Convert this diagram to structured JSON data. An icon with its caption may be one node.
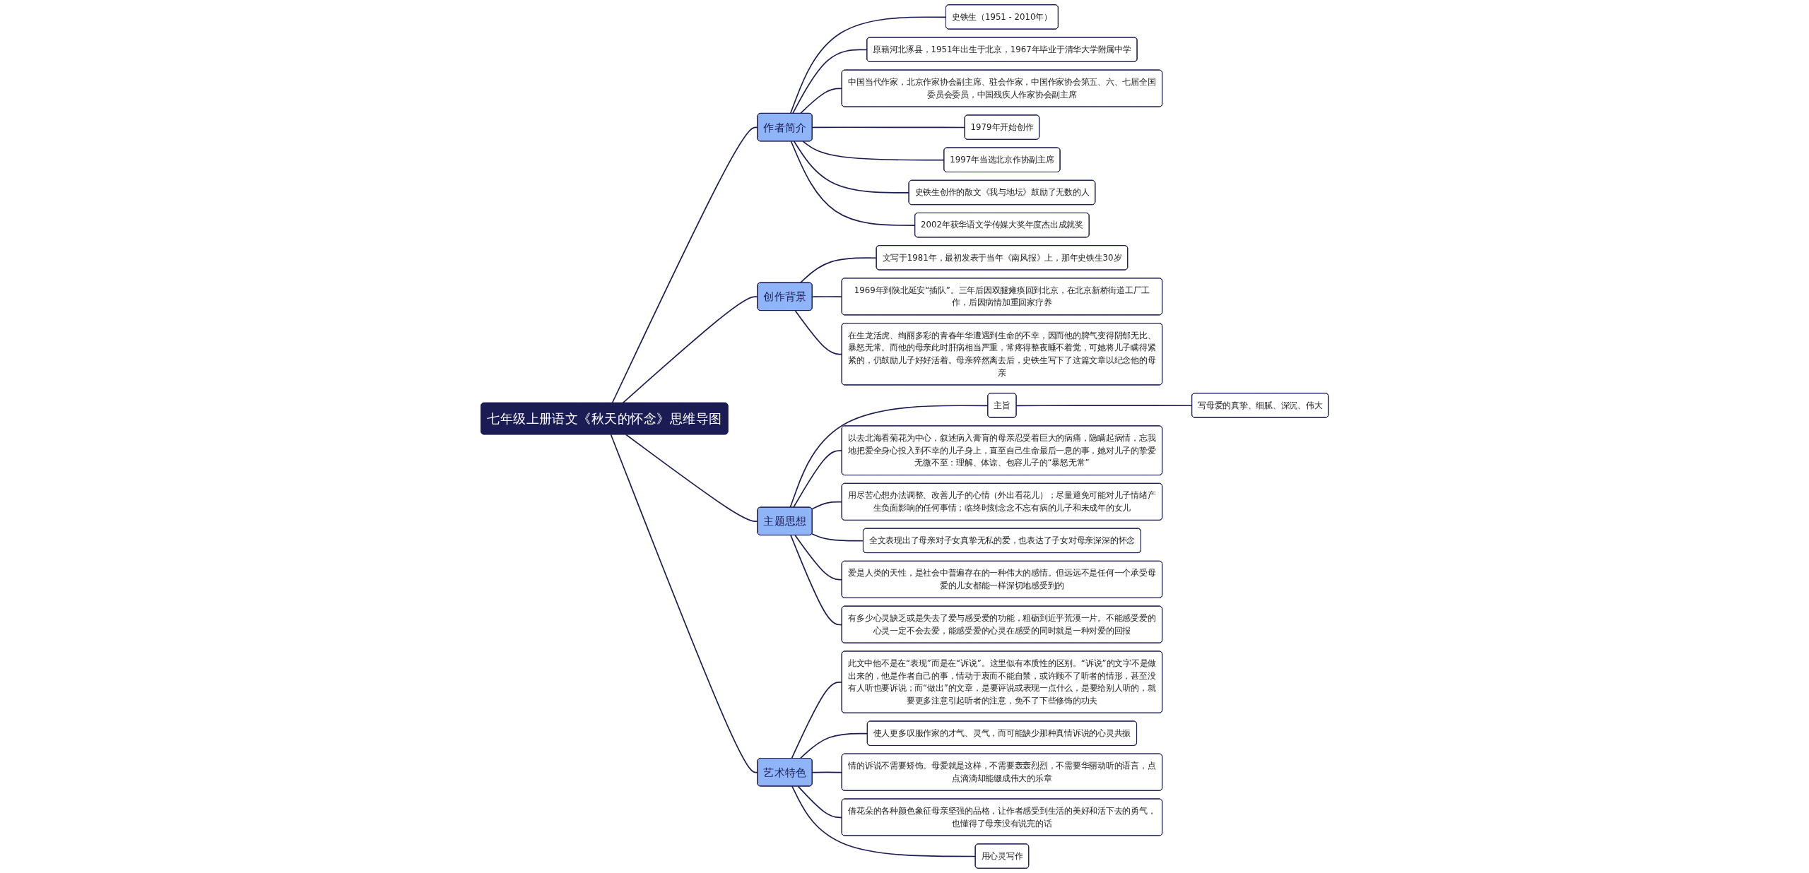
{
  "diagram": {
    "nodes": [
      {
        "text": [
          "七年级上册语文《秋天的怀念》思维导图"
        ]
      },
      {
        "text": [
          "作者简介"
        ]
      },
      {
        "text": [
          "史铁生（1951 - 2010年）"
        ]
      },
      {
        "text": [
          "原籍河北涿县，1951年出生于北京，1967年毕业于清华大学附属中学"
        ]
      },
      {
        "text": [
          "中国当代作家，北京作家协会副主席、驻会作家，中国作家协会第五、六、七届全国委员会委员，中国残疾人作家协会副主席"
        ]
      },
      {
        "text": [
          "1979年开始创作"
        ]
      },
      {
        "text": [
          "1997年当选北京作协副主席"
        ]
      },
      {
        "text": [
          "史铁生创作的散文《我与地坛》鼓励了无数的人"
        ]
      },
      {
        "text": [
          "2002年获华语文学传媒大奖年度杰出成就奖"
        ]
      },
      {
        "text": [
          "创作背景"
        ]
      },
      {
        "text": [
          "文写于1981年，最初发表于当年《南风报》上，那年史铁生30岁"
        ]
      },
      {
        "text": [
          "1969年到陕北延安“插队”。三年后因双腿瘫痪回到北京，在北京新桥街道工厂工作，后因病情加重回家疗养"
        ]
      },
      {
        "text": [
          "在生龙活虎、绚丽多彩的青春年华遭遇到生命的不幸，因而他的脾气变得阴郁无比、暴怒无常。而他的母亲此时肝病相当严重，常疼得整夜睡不着觉，可她将儿子瞒得紧紧的，仍鼓励儿子好好活着。母亲猝然离去后，史铁生写下了这篇文章以纪念他的母亲"
        ]
      },
      {
        "text": [
          "主题思想"
        ]
      },
      {
        "text": [
          "主旨"
        ]
      },
      {
        "text": [
          "写母爱的真挚、细腻、深沉、伟大"
        ]
      },
      {
        "text": [
          "以去北海看菊花为中心，叙述病入膏肓的母亲忍受着巨大的病痛，隐瞒起病情，忘我地把爱全身心投入到不幸的儿子身上，直至自己生命最后一息的事，她对儿子的挚爱无微不至：理解、体谅、包容儿子的“暴怒无常”"
        ]
      },
      {
        "text": [
          "用尽苦心想办法调整、改善儿子的心情（外出看花儿）；尽量避免可能对儿子情绪产生负面影响的任何事情；临终时刻念念不忘有病的儿子和未成年的女儿"
        ]
      },
      {
        "text": [
          "全文表现出了母亲对子女真挚无私的爱，也表达了子女对母亲深深的怀念"
        ]
      },
      {
        "text": [
          "爱是人类的天性，是社会中普遍存在的一种伟大的感情。但远远不是任何一个承受母爱的儿女都能一样深切地感受到的"
        ]
      },
      {
        "text": [
          "有多少心灵缺乏或是失去了爱与感受爱的功能，粗砺到近乎荒漠一片。不能感受爱的心灵一定不会去爱，能感受爱的心灵在感受的同时就是一种对爱的回报"
        ]
      },
      {
        "text": [
          "艺术特色"
        ]
      },
      {
        "text": [
          "此文中他不是在“表现”而是在“诉说”。这里似有本质性的区别。“诉说”的文字不是做出来的，他是作者自己的事，情动于衷而不能自禁，或许顾不了听者的情形，甚至没有人听也要诉说；而“做出”的文章，是要评说或表现一点什么，是要给别人听的，就要更多注意引起听者的注意，免不了下些修饰的功夫"
        ]
      },
      {
        "text": [
          "使人更多叹服作家的才气、灵气，而可能缺少那种真情诉说的心灵共振"
        ]
      },
      {
        "text": [
          "情的诉说不需要矫饰。母爱就是这样，不需要轰轰烈烈，不需要华丽动听的语言，点点滴滴却能缀成伟大的乐章"
        ]
      },
      {
        "text": [
          "借花朵的各种颜色象征母亲坚强的品格，让作者感受到生活的美好和活下去的勇气，也懂得了母亲没有说完的话"
        ]
      },
      {
        "text": [
          "用心灵写作"
        ]
      }
    ],
    "edges": [
      {
        "from": 0,
        "to": 1,
        "arrow": "none"
      },
      {
        "from": 1,
        "to": 2,
        "arrow": "none"
      },
      {
        "from": 1,
        "to": 3,
        "arrow": "none"
      },
      {
        "from": 1,
        "to": 4,
        "arrow": "none"
      },
      {
        "from": 1,
        "to": 5,
        "arrow": "none"
      },
      {
        "from": 1,
        "to": 6,
        "arrow": "none"
      },
      {
        "from": 1,
        "to": 7,
        "arrow": "none"
      },
      {
        "from": 1,
        "to": 8,
        "arrow": "none"
      },
      {
        "from": 0,
        "to": 9,
        "arrow": "none"
      },
      {
        "from": 9,
        "to": 10,
        "arrow": "none"
      },
      {
        "from": 9,
        "to": 11,
        "arrow": "none"
      },
      {
        "from": 9,
        "to": 12,
        "arrow": "none"
      },
      {
        "from": 0,
        "to": 13,
        "arrow": "none"
      },
      {
        "from": 13,
        "to": 14,
        "arrow": "none"
      },
      {
        "from": 14,
        "to": 15,
        "arrow": "none"
      },
      {
        "from": 13,
        "to": 16,
        "arrow": "none"
      },
      {
        "from": 13,
        "to": 17,
        "arrow": "none"
      },
      {
        "from": 13,
        "to": 18,
        "arrow": "none"
      },
      {
        "from": 13,
        "to": 19,
        "arrow": "none"
      },
      {
        "from": 13,
        "to": 20,
        "arrow": "none"
      },
      {
        "from": 0,
        "to": 21,
        "arrow": "none"
      },
      {
        "from": 21,
        "to": 22,
        "arrow": "none"
      },
      {
        "from": 21,
        "to": 23,
        "arrow": "none"
      },
      {
        "from": 21,
        "to": 24,
        "arrow": "none"
      },
      {
        "from": 21,
        "to": 25,
        "arrow": "none"
      },
      {
        "from": 21,
        "to": 26,
        "arrow": "none"
      }
    ]
  }
}
